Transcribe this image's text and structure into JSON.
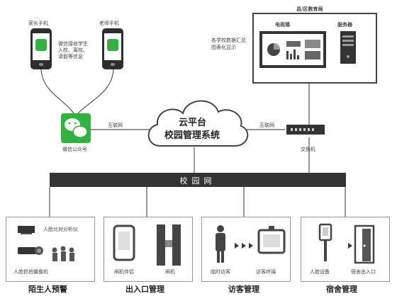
{
  "top_left": {
    "parent_phone": "家长手机",
    "teacher_phone": "老师手机",
    "wechat_info": [
      "微信接收学生",
      "入校、离校、",
      "请假等信息"
    ],
    "wechat_account": "微信公众号"
  },
  "bureau": {
    "title": "县/区教育局",
    "tv_wall": "电视墙",
    "server": "服务器",
    "summary": [
      "各学校数据汇总",
      "图表化显示"
    ]
  },
  "cloud": {
    "line1": "云平台",
    "line2": "校园管理系统"
  },
  "links": {
    "left": "互联网",
    "right": "互联网"
  },
  "switch_label": "交换机",
  "network": "校园网",
  "subsystems": [
    {
      "title": "陌生人预警",
      "items": [
        "人脸比对分析仪",
        "人脸抓拍摄像机"
      ]
    },
    {
      "title": "出入口管理",
      "items": [
        "闸机伴侣",
        "闸机"
      ]
    },
    {
      "title": "访客管理",
      "items": [
        "临时访客",
        "访客终端"
      ]
    },
    {
      "title": "宿舍管理",
      "items": [
        "人脸设备",
        "宿舍出入口"
      ]
    }
  ],
  "colors": {
    "wechat_green": "#2fb43f",
    "network_bar": "#333333",
    "line": "#555555"
  }
}
